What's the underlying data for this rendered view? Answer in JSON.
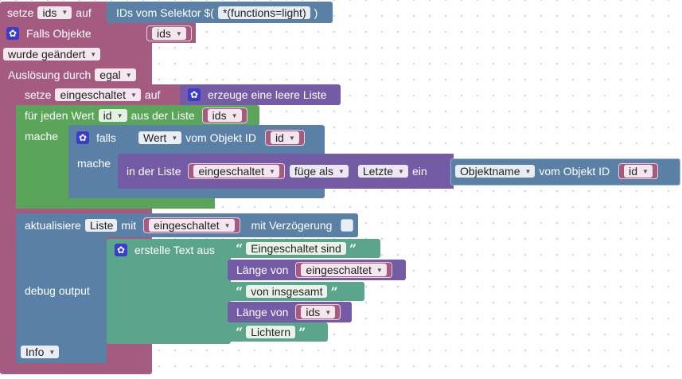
{
  "blocks": {
    "setze_ids": {
      "setze": "setze",
      "var": "ids",
      "auf": "auf",
      "selector_label": "IDs vom Selektor $(",
      "selector_value": "*(functions=light)",
      "selector_close": ")"
    },
    "trigger": {
      "falls_objekte": "Falls Objekte",
      "var": "ids",
      "change": "wurde geändert",
      "ausloesung": "Auslösung durch",
      "egal": "egal"
    },
    "setze_eingeschaltet": {
      "setze": "setze",
      "var": "eingeschaltet",
      "auf": "auf",
      "list_label": "erzeuge eine leere Liste"
    },
    "foreach": {
      "fuer_jeden": "für jeden Wert",
      "var": "id",
      "aus_der_liste": "aus der Liste",
      "list_var": "ids",
      "mache": "mache"
    },
    "if": {
      "falls": "falls",
      "wert": "Wert",
      "vom_objekt": "vom Objekt ID",
      "id_var": "id",
      "mache": "mache"
    },
    "list_add": {
      "in_der_liste": "in der Liste",
      "list_var": "eingeschaltet",
      "fuege_als": "füge als",
      "position": "Letzte",
      "ein": "ein",
      "objektname": "Objektname",
      "vom_objekt": "vom Objekt ID",
      "id_var": "id"
    },
    "aktualisiere": {
      "label": "aktualisiere",
      "target": "Liste",
      "mit": "mit",
      "var": "eingeschaltet",
      "verzoegerung": "mit Verzögerung"
    },
    "debug": {
      "label": "debug output",
      "level": "Info",
      "text_label": "erstelle Text aus",
      "str1": "Eingeschaltet sind",
      "laenge_von": "Länge von",
      "var1": "eingeschaltet",
      "str2": "von insgesamt",
      "var2": "ids",
      "str3": "Lichtern"
    }
  },
  "icons": {
    "gear": "gear-icon",
    "dropdown": "dropdown-arrow-icon",
    "quote_open": "“",
    "quote_close": "”"
  },
  "colors": {
    "trigger": "#a55b80",
    "variable": "#a55b80",
    "list": "#745ba5",
    "loop": "#5ba55b",
    "logic": "#5b80a5",
    "text": "#5ba58c",
    "io": "#5b80a5"
  }
}
